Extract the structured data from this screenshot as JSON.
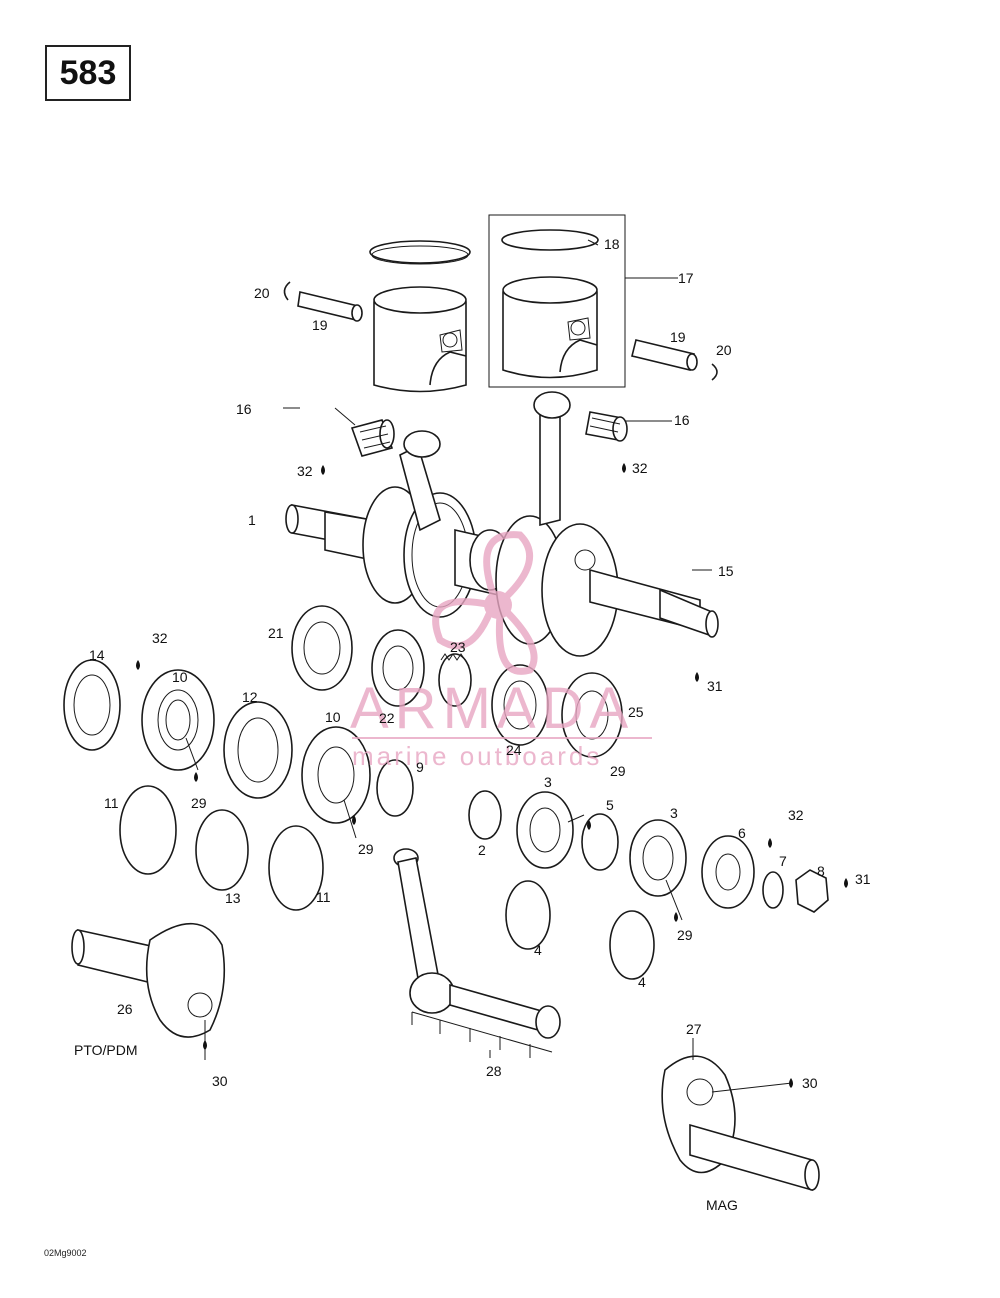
{
  "diagram": {
    "model_number": "583",
    "reference_code": "02Mg9002",
    "watermark": {
      "brand": "ARMADA",
      "tagline": "marine outboards",
      "color": "#e8a6c2"
    },
    "part_labels": [
      "1",
      "2",
      "3",
      "3",
      "4",
      "4",
      "5",
      "6",
      "7",
      "8",
      "9",
      "10",
      "10",
      "11",
      "11",
      "12",
      "13",
      "14",
      "15",
      "16",
      "16",
      "17",
      "18",
      "19",
      "19",
      "20",
      "20",
      "21",
      "22",
      "23",
      "24",
      "25",
      "26",
      "27",
      "28",
      "29",
      "29",
      "29",
      "29",
      "30",
      "30",
      "31",
      "31",
      "32",
      "32",
      "32",
      "32"
    ],
    "side_labels": {
      "pto": "PTO/PDM",
      "mag": "MAG"
    }
  }
}
